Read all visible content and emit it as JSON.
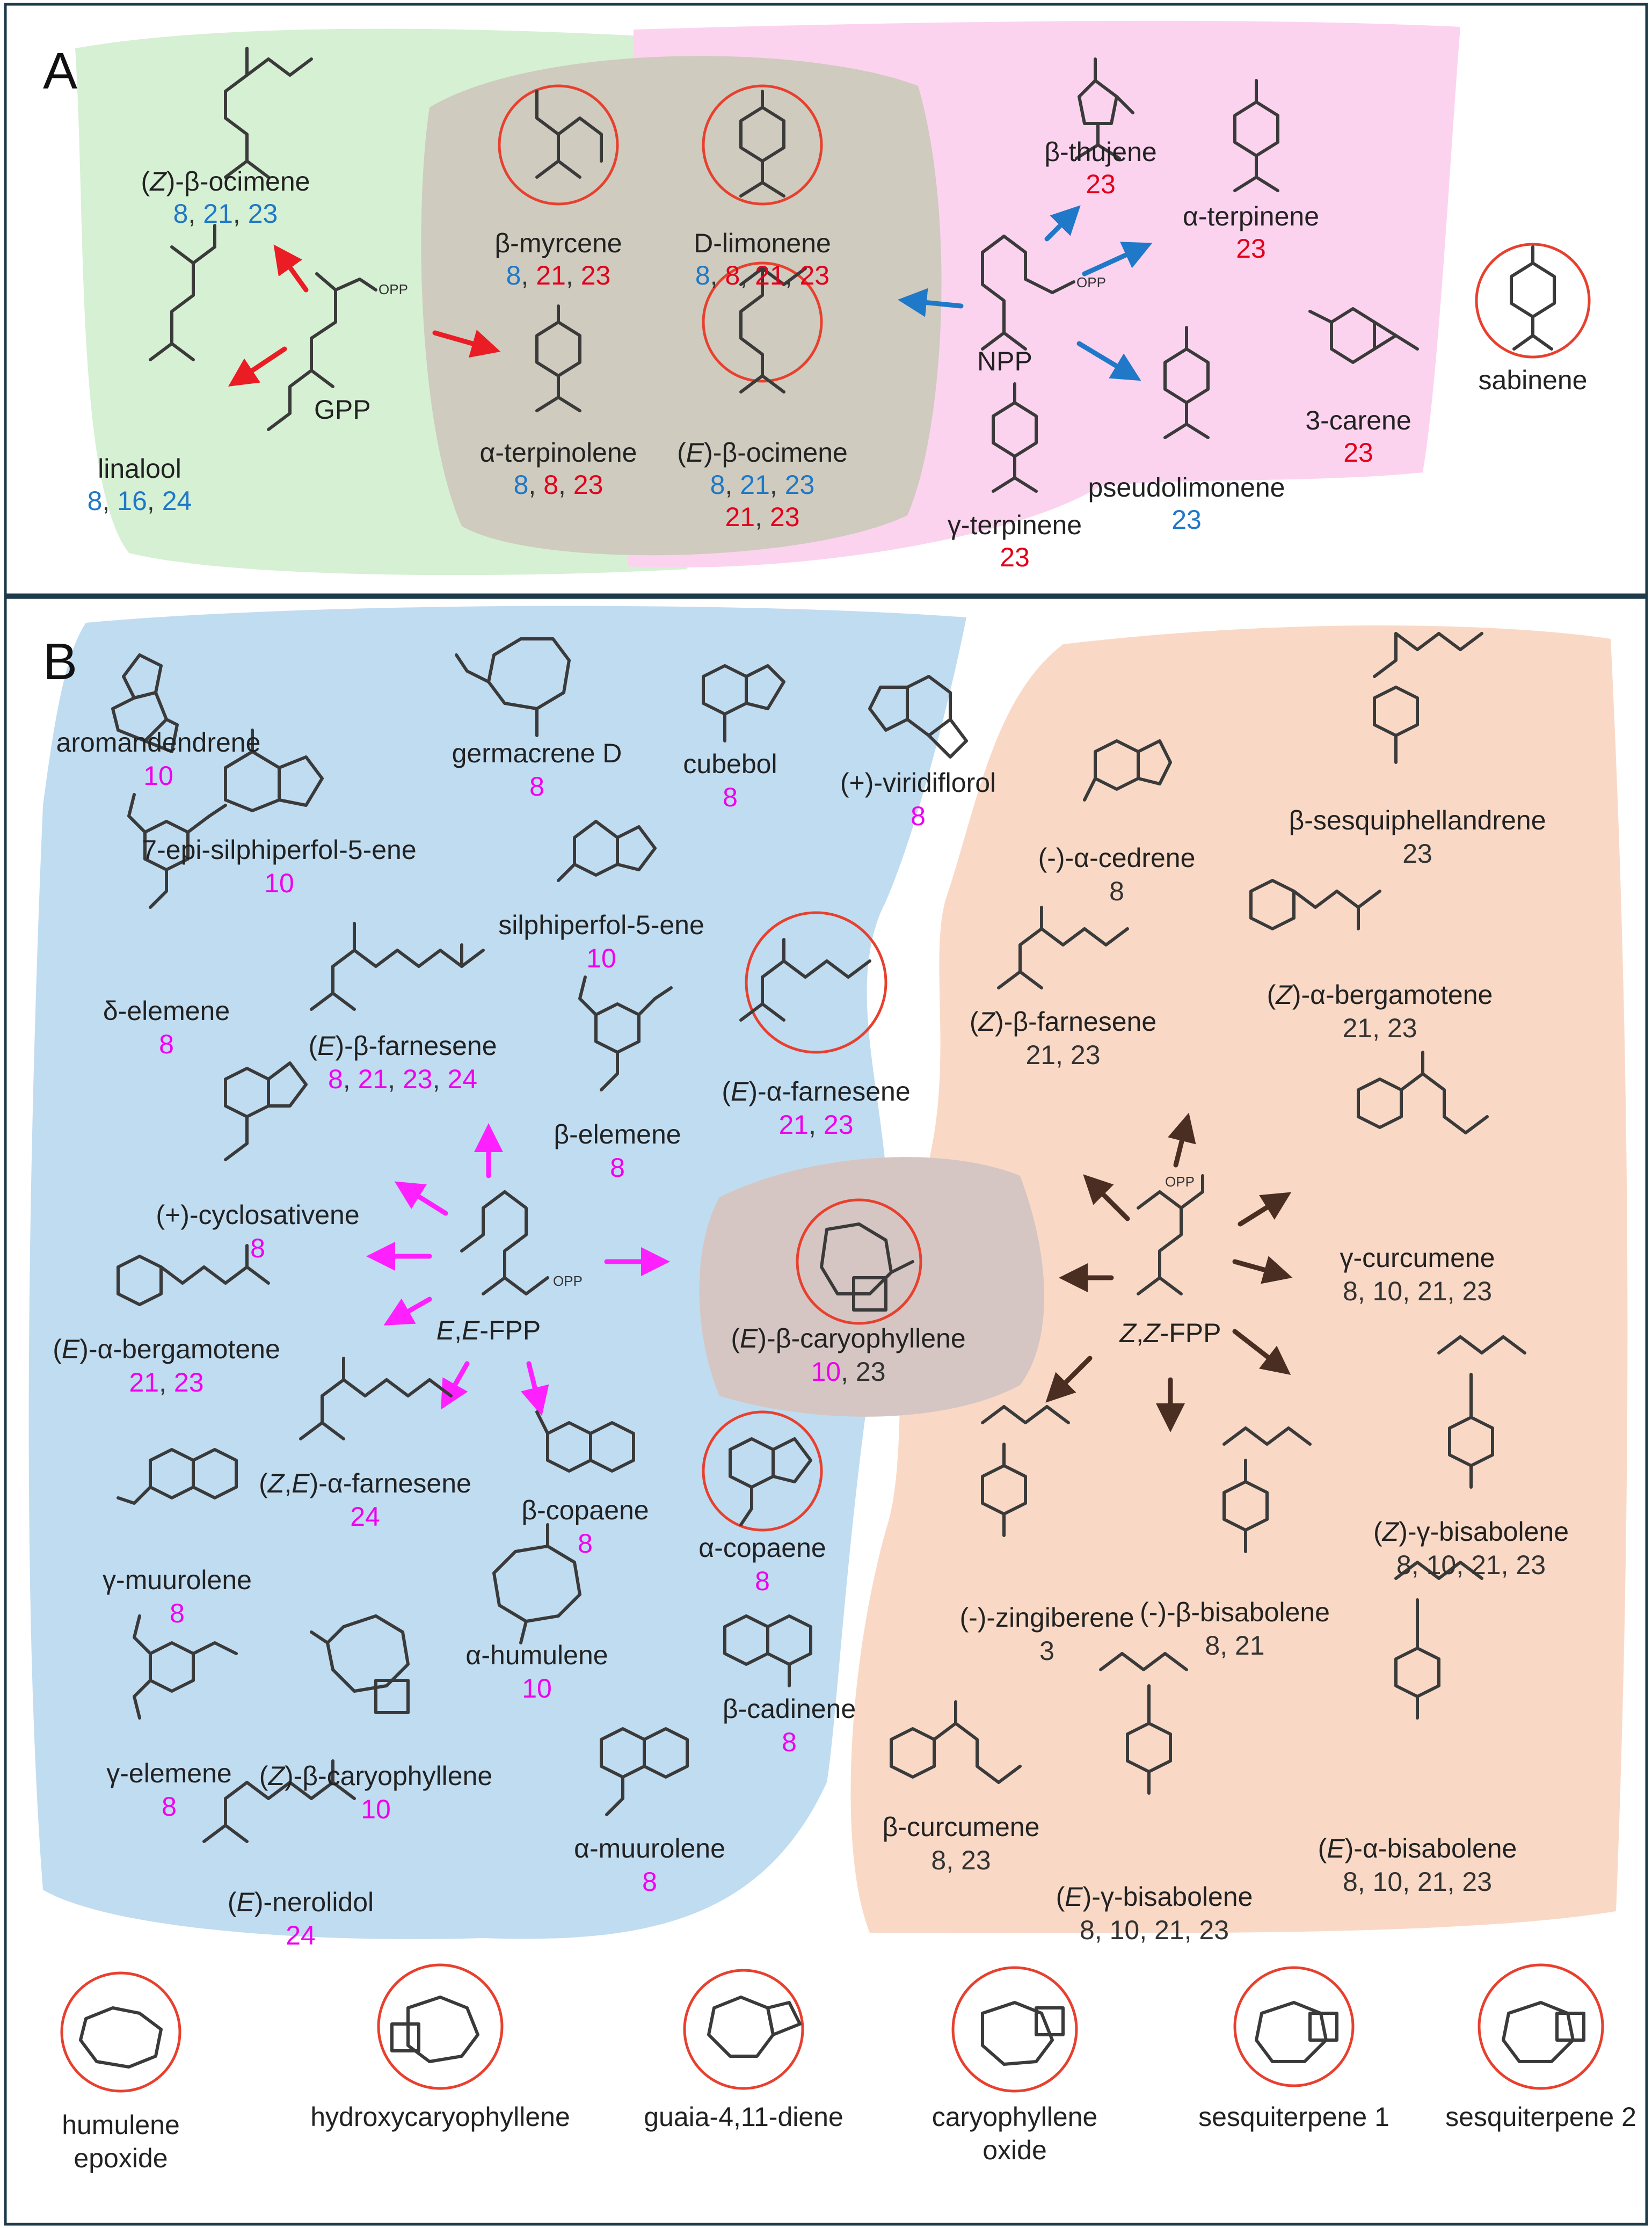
{
  "colors": {
    "panel_a_green": "#d6f0d3",
    "panel_a_pink": "#fcd3ee",
    "panel_a_overlap": "#cfcbbf",
    "panel_b_blue": "#c0dcf1",
    "panel_b_peach": "#f9d9c6",
    "panel_b_overlap": "#d6c6c3",
    "ref_blue": "#1f78c8",
    "ref_red": "#e3001b",
    "ref_magenta": "#ee00ee",
    "ref_dark": "#333333",
    "arrow_red": "#ea1c24",
    "arrow_blue": "#1f78c8",
    "arrow_magenta": "#ff20ff",
    "arrow_brown": "#4a2e22",
    "circle_red": "#e8402e"
  },
  "panel_a": {
    "label": "A",
    "precursors": {
      "gpp": "GPP",
      "npp": "NPP",
      "opp": "OPP"
    },
    "compounds": [
      {
        "name": [
          {
            "t": "("
          },
          {
            "t": "Z",
            "i": true
          },
          {
            "t": ")-β-ocimene"
          }
        ],
        "refs": [
          {
            "v": "8",
            "c": "blue"
          },
          {
            "v": "21",
            "c": "blue"
          },
          {
            "v": "23",
            "c": "blue"
          }
        ]
      },
      {
        "name": [
          {
            "t": "linalool"
          }
        ],
        "refs": [
          {
            "v": "8",
            "c": "blue"
          },
          {
            "v": "16",
            "c": "blue"
          },
          {
            "v": "24",
            "c": "blue"
          }
        ]
      },
      {
        "name": [
          {
            "t": "β-myrcene"
          }
        ],
        "refs": [
          {
            "v": "8",
            "c": "blue"
          },
          {
            "v": "21",
            "c": "red"
          },
          {
            "v": "23",
            "c": "red"
          }
        ]
      },
      {
        "name": [
          {
            "t": "D-limonene"
          }
        ],
        "refs": [
          {
            "v": "8",
            "c": "blue"
          },
          {
            "v": "8",
            "c": "red"
          },
          {
            "v": "21",
            "c": "red"
          },
          {
            "v": "23",
            "c": "red"
          }
        ]
      },
      {
        "name": [
          {
            "t": "α-terpinolene"
          }
        ],
        "refs": [
          {
            "v": "8",
            "c": "blue"
          },
          {
            "v": "8",
            "c": "red"
          },
          {
            "v": "23",
            "c": "red"
          }
        ]
      },
      {
        "name": [
          {
            "t": "("
          },
          {
            "t": "E",
            "i": true
          },
          {
            "t": ")-β-ocimene"
          }
        ],
        "refs": [
          {
            "v": "8",
            "c": "blue"
          },
          {
            "v": "21",
            "c": "blue"
          },
          {
            "v": "23",
            "c": "blue"
          }
        ],
        "refs2": [
          {
            "v": "21",
            "c": "red"
          },
          {
            "v": "23",
            "c": "red"
          }
        ]
      },
      {
        "name": [
          {
            "t": "β-thujene"
          }
        ],
        "refs": [
          {
            "v": "23",
            "c": "red"
          }
        ]
      },
      {
        "name": [
          {
            "t": "α-terpinene"
          }
        ],
        "refs": [
          {
            "v": "23",
            "c": "red"
          }
        ]
      },
      {
        "name": [
          {
            "t": "sabinene"
          }
        ],
        "refs": []
      },
      {
        "name": [
          {
            "t": "3-carene"
          }
        ],
        "refs": [
          {
            "v": "23",
            "c": "red"
          }
        ]
      },
      {
        "name": [
          {
            "t": "pseudolimonene"
          }
        ],
        "refs": [
          {
            "v": "23",
            "c": "blue"
          }
        ]
      },
      {
        "name": [
          {
            "t": "γ-terpinene"
          }
        ],
        "refs": [
          {
            "v": "23",
            "c": "red"
          }
        ]
      }
    ]
  },
  "panel_b": {
    "label": "B",
    "precursors": {
      "ee_fpp": [
        {
          "t": "E",
          "i": true
        },
        {
          "t": ","
        },
        {
          "t": "E",
          "i": true
        },
        {
          "t": "-FPP"
        }
      ],
      "zz_fpp": [
        {
          "t": "Z",
          "i": true
        },
        {
          "t": ","
        },
        {
          "t": "Z",
          "i": true
        },
        {
          "t": "-FPP"
        }
      ],
      "opp": "OPP"
    },
    "compounds": [
      {
        "name": [
          {
            "t": "aromandendrene"
          }
        ],
        "refs": [
          {
            "v": "10",
            "c": "magenta"
          }
        ]
      },
      {
        "name": [
          {
            "t": "germacrene D"
          }
        ],
        "refs": [
          {
            "v": "8",
            "c": "magenta"
          }
        ]
      },
      {
        "name": [
          {
            "t": "cubebol"
          }
        ],
        "refs": [
          {
            "v": "8",
            "c": "magenta"
          }
        ]
      },
      {
        "name": [
          {
            "t": "(+)-viridiflorol"
          }
        ],
        "refs": [
          {
            "v": "8",
            "c": "magenta"
          }
        ]
      },
      {
        "name": [
          {
            "t": "7-epi-silphiperfol-5-ene"
          }
        ],
        "refs": [
          {
            "v": "10",
            "c": "magenta"
          }
        ]
      },
      {
        "name": [
          {
            "t": "silphiperfol-5-ene"
          }
        ],
        "refs": [
          {
            "v": "10",
            "c": "magenta"
          }
        ]
      },
      {
        "name": [
          {
            "t": "δ-elemene"
          }
        ],
        "refs": [
          {
            "v": "8",
            "c": "magenta"
          }
        ]
      },
      {
        "name": [
          {
            "t": "("
          },
          {
            "t": "E",
            "i": true
          },
          {
            "t": ")-β-farnesene"
          }
        ],
        "refs": [
          {
            "v": "8",
            "c": "magenta"
          },
          {
            "v": "21",
            "c": "magenta"
          },
          {
            "v": "23",
            "c": "magenta"
          },
          {
            "v": "24",
            "c": "magenta"
          }
        ]
      },
      {
        "name": [
          {
            "t": "("
          },
          {
            "t": "E",
            "i": true
          },
          {
            "t": ")-α-farnesene"
          }
        ],
        "refs": [
          {
            "v": "21",
            "c": "magenta"
          },
          {
            "v": "23",
            "c": "magenta"
          }
        ]
      },
      {
        "name": [
          {
            "t": "β-elemene"
          }
        ],
        "refs": [
          {
            "v": "8",
            "c": "magenta"
          }
        ]
      },
      {
        "name": [
          {
            "t": "(+)-cyclosativene"
          }
        ],
        "refs": [
          {
            "v": "8",
            "c": "magenta"
          }
        ]
      },
      {
        "name": [
          {
            "t": "("
          },
          {
            "t": "E",
            "i": true
          },
          {
            "t": ")-α-bergamotene"
          }
        ],
        "refs": [
          {
            "v": "21",
            "c": "magenta"
          },
          {
            "v": "23",
            "c": "magenta"
          }
        ]
      },
      {
        "name": [
          {
            "t": "("
          },
          {
            "t": "E",
            "i": true
          },
          {
            "t": ")-β-caryophyllene"
          }
        ],
        "refs": [
          {
            "v": "10",
            "c": "magenta"
          },
          {
            "v": "23",
            "c": "dark"
          }
        ]
      },
      {
        "name": [
          {
            "t": "("
          },
          {
            "t": "Z",
            "i": true
          },
          {
            "t": ","
          },
          {
            "t": "E",
            "i": true
          },
          {
            "t": ")-α-farnesene"
          }
        ],
        "refs": [
          {
            "v": "24",
            "c": "magenta"
          }
        ]
      },
      {
        "name": [
          {
            "t": "β-copaene"
          }
        ],
        "refs": [
          {
            "v": "8",
            "c": "magenta"
          }
        ]
      },
      {
        "name": [
          {
            "t": "α-copaene"
          }
        ],
        "refs": [
          {
            "v": "8",
            "c": "magenta"
          }
        ]
      },
      {
        "name": [
          {
            "t": "γ-muurolene"
          }
        ],
        "refs": [
          {
            "v": "8",
            "c": "magenta"
          }
        ]
      },
      {
        "name": [
          {
            "t": "α-humulene"
          }
        ],
        "refs": [
          {
            "v": "10",
            "c": "magenta"
          }
        ]
      },
      {
        "name": [
          {
            "t": "γ-elemene"
          }
        ],
        "refs": [
          {
            "v": "8",
            "c": "magenta"
          }
        ]
      },
      {
        "name": [
          {
            "t": "("
          },
          {
            "t": "Z",
            "i": true
          },
          {
            "t": ")-β-caryophyllene"
          }
        ],
        "refs": [
          {
            "v": "10",
            "c": "magenta"
          }
        ]
      },
      {
        "name": [
          {
            "t": "β-cadinene"
          }
        ],
        "refs": [
          {
            "v": "8",
            "c": "magenta"
          }
        ]
      },
      {
        "name": [
          {
            "t": "("
          },
          {
            "t": "E",
            "i": true
          },
          {
            "t": ")-nerolidol"
          }
        ],
        "refs": [
          {
            "v": "24",
            "c": "magenta"
          }
        ]
      },
      {
        "name": [
          {
            "t": "α-muurolene"
          }
        ],
        "refs": [
          {
            "v": "8",
            "c": "magenta"
          }
        ]
      },
      {
        "name": [
          {
            "t": "(-)-α-cedrene"
          }
        ],
        "refs": [
          {
            "v": "8",
            "c": "dark"
          }
        ]
      },
      {
        "name": [
          {
            "t": "β-sesquiphellandrene"
          }
        ],
        "refs": [
          {
            "v": "23",
            "c": "dark"
          }
        ]
      },
      {
        "name": [
          {
            "t": "("
          },
          {
            "t": "Z",
            "i": true
          },
          {
            "t": ")-α-bergamotene"
          }
        ],
        "refs": [
          {
            "v": "21",
            "c": "dark"
          },
          {
            "v": "23",
            "c": "dark"
          }
        ]
      },
      {
        "name": [
          {
            "t": "("
          },
          {
            "t": "Z",
            "i": true
          },
          {
            "t": ")-β-farnesene"
          }
        ],
        "refs": [
          {
            "v": "21",
            "c": "dark"
          },
          {
            "v": "23",
            "c": "dark"
          }
        ]
      },
      {
        "name": [
          {
            "t": "γ-curcumene"
          }
        ],
        "refs": [
          {
            "v": "8",
            "c": "dark"
          },
          {
            "v": "10",
            "c": "dark"
          },
          {
            "v": "21",
            "c": "dark"
          },
          {
            "v": "23",
            "c": "dark"
          }
        ]
      },
      {
        "name": [
          {
            "t": "(-)-zingiberene"
          }
        ],
        "refs": [
          {
            "v": "3",
            "c": "dark"
          }
        ]
      },
      {
        "name": [
          {
            "t": "(-)-β-bisabolene"
          }
        ],
        "refs": [
          {
            "v": "8",
            "c": "dark"
          },
          {
            "v": "21",
            "c": "dark"
          }
        ]
      },
      {
        "name": [
          {
            "t": "("
          },
          {
            "t": "Z",
            "i": true
          },
          {
            "t": ")-γ-bisabolene"
          }
        ],
        "refs": [
          {
            "v": "8",
            "c": "dark"
          },
          {
            "v": "10",
            "c": "dark"
          },
          {
            "v": "21",
            "c": "dark"
          },
          {
            "v": "23",
            "c": "dark"
          }
        ]
      },
      {
        "name": [
          {
            "t": "β-curcumene"
          }
        ],
        "refs": [
          {
            "v": "8",
            "c": "dark"
          },
          {
            "v": "23",
            "c": "dark"
          }
        ]
      },
      {
        "name": [
          {
            "t": "("
          },
          {
            "t": "E",
            "i": true
          },
          {
            "t": ")-γ-bisabolene"
          }
        ],
        "refs": [
          {
            "v": "8",
            "c": "dark"
          },
          {
            "v": "10",
            "c": "dark"
          },
          {
            "v": "21",
            "c": "dark"
          },
          {
            "v": "23",
            "c": "dark"
          }
        ]
      },
      {
        "name": [
          {
            "t": "("
          },
          {
            "t": "E",
            "i": true
          },
          {
            "t": ")-α-bisabolene"
          }
        ],
        "refs": [
          {
            "v": "8",
            "c": "dark"
          },
          {
            "v": "10",
            "c": "dark"
          },
          {
            "v": "21",
            "c": "dark"
          },
          {
            "v": "23",
            "c": "dark"
          }
        ]
      }
    ],
    "bottom_row": [
      {
        "lines": [
          "humulene",
          "epoxide"
        ]
      },
      {
        "lines": [
          "hydroxycaryophyllene"
        ]
      },
      {
        "lines": [
          "guaia-4,11-diene"
        ]
      },
      {
        "lines": [
          "caryophyllene",
          "oxide"
        ]
      },
      {
        "lines": [
          "sesquiterpene 1"
        ]
      },
      {
        "lines": [
          "sesquiterpene 2"
        ]
      }
    ]
  }
}
